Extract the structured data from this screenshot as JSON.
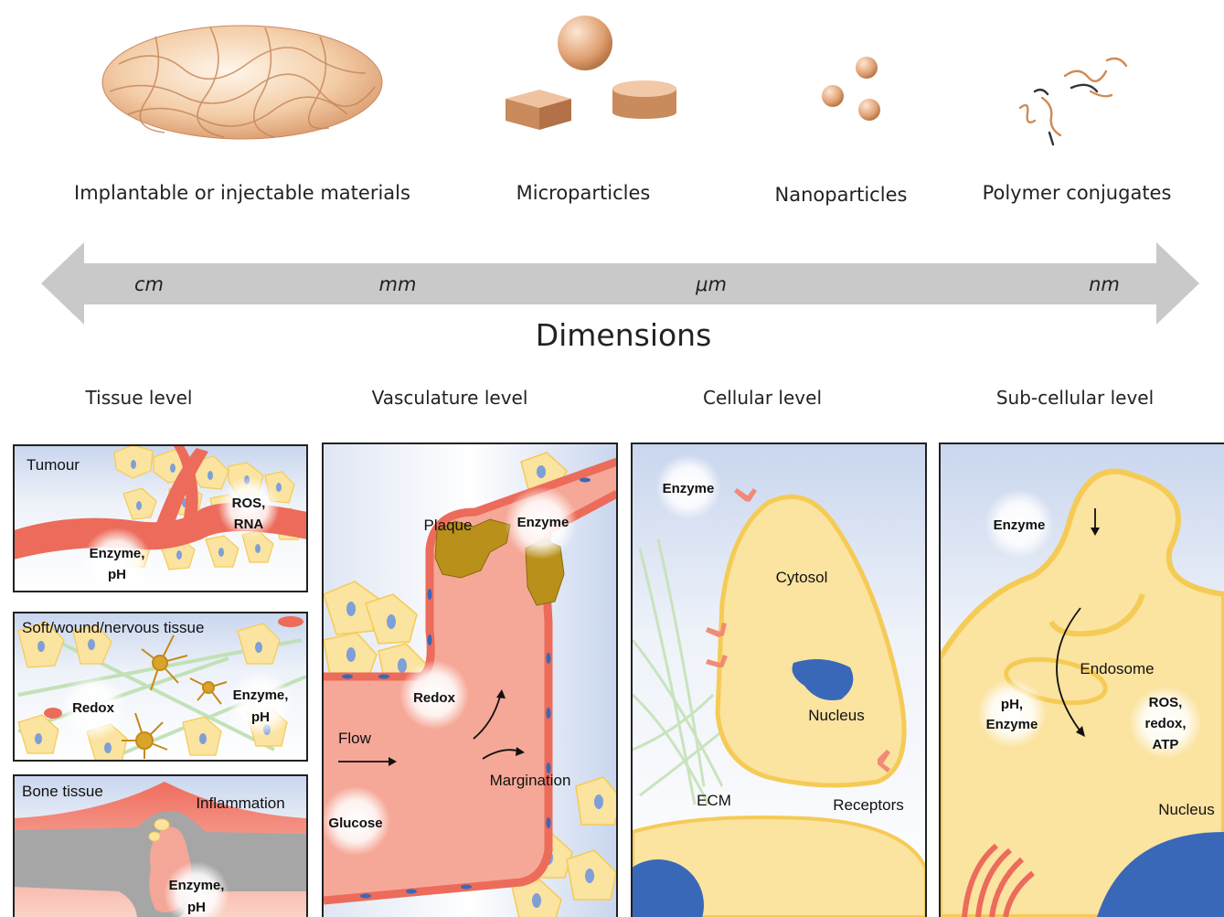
{
  "carriers": {
    "implantable": "Implantable or injectable materials",
    "micro": "Microparticles",
    "nano": "Nanoparticles",
    "polymer": "Polymer conjugates"
  },
  "scale": {
    "cm": "cm",
    "mm": "mm",
    "um": "μm",
    "nm": "nm",
    "title": "Dimensions"
  },
  "levels": {
    "tissue": "Tissue level",
    "vasculature": "Vasculature level",
    "cellular": "Cellular level",
    "subcellular": "Sub-cellular level"
  },
  "tissue": {
    "tumour_title": "Tumour",
    "tumour_ros": "ROS,",
    "tumour_rna": "RNA",
    "tumour_enzyme": "Enzyme,",
    "tumour_ph": "pH",
    "soft_title": "Soft/wound/nervous tissue",
    "soft_redox": "Redox",
    "soft_enzyme": "Enzyme,",
    "soft_ph": "pH",
    "bone_title": "Bone tissue",
    "bone_inflammation": "Inflammation",
    "bone_enzyme": "Enzyme,",
    "bone_ph": "pH"
  },
  "vasculature": {
    "plaque": "Plaque",
    "enzyme": "Enzyme",
    "redox": "Redox",
    "flow": "Flow",
    "margination": "Margination",
    "glucose": "Glucose"
  },
  "cellular": {
    "enzyme": "Enzyme",
    "cytosol": "Cytosol",
    "nucleus": "Nucleus",
    "ecm": "ECM",
    "receptors": "Receptors"
  },
  "subcellular": {
    "enzyme": "Enzyme",
    "endosome": "Endosome",
    "ph": "pH,",
    "ph_enzyme": "Enzyme",
    "ros": "ROS,",
    "redox": "redox,",
    "atp": "ATP",
    "nucleus": "Nucleus"
  },
  "colors": {
    "material": "#e8b48a",
    "arrow": "#c8c8c8",
    "vessel": "#f08a78",
    "cell": "#fbe3a0",
    "nucleus": "#3a68b8"
  }
}
